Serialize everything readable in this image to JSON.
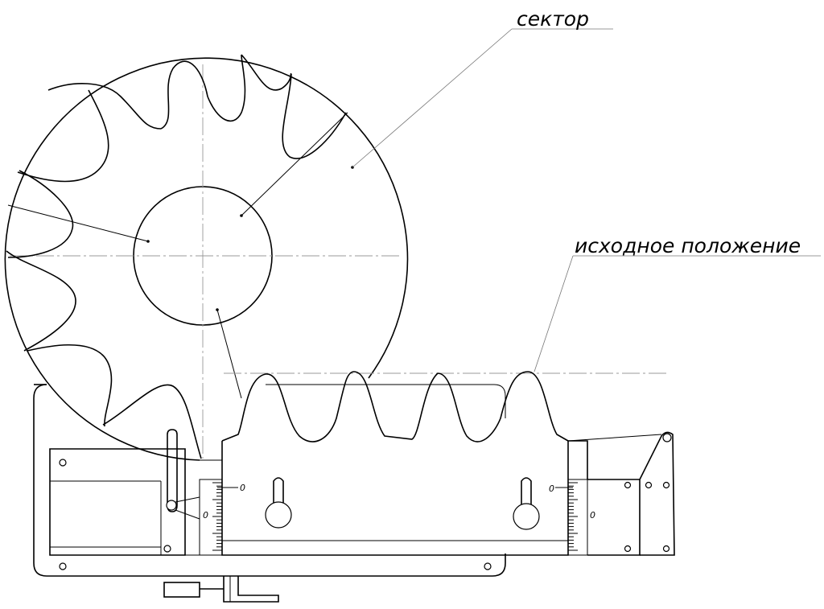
{
  "labels": {
    "sector": "сектор",
    "initial_position": "исходное положение"
  },
  "scale_marks": {
    "left_top": "0",
    "left_bottom": "0",
    "right_top": "0",
    "right_bottom": "0"
  }
}
